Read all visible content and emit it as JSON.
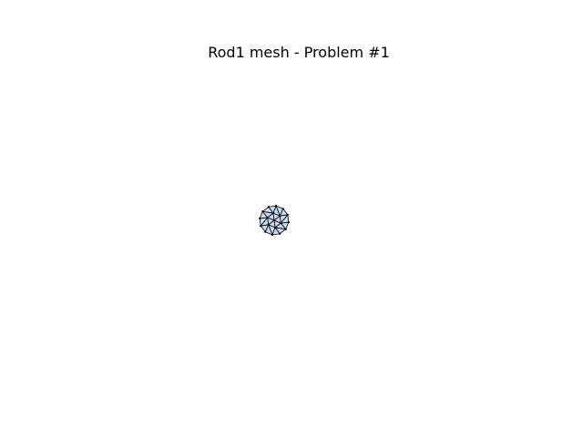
{
  "title": "Rod1 mesh - Problem #1",
  "colors": {
    "background": "#ffffff",
    "element_fill": "#c6dbef",
    "element_edge": "#000000",
    "node": "#000000"
  },
  "mesh": {
    "shape": "circular cross-section",
    "boundary_node_count": 12,
    "interior_ring_node_count": 6,
    "center_node_count": 1,
    "element_type": "triangle"
  }
}
